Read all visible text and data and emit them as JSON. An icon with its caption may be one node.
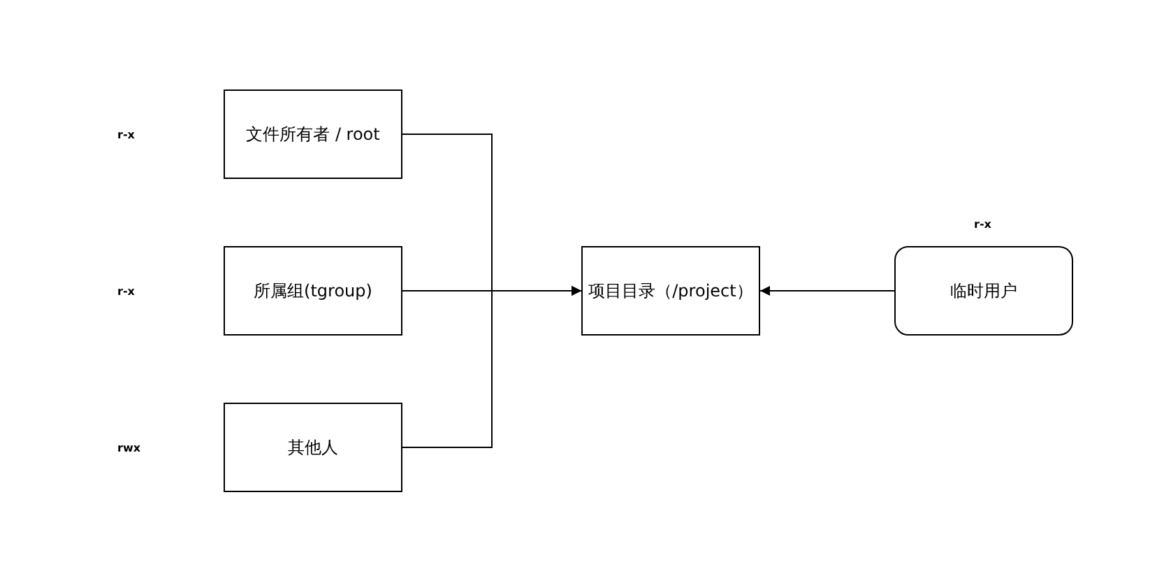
{
  "diagram": {
    "nodes": [
      {
        "text": [
          "文件所有者 / root"
        ]
      },
      {
        "text": [
          "所属组(tgroup)"
        ]
      },
      {
        "text": [
          "其他人"
        ]
      },
      {
        "text": [
          "项目目录（/project）"
        ]
      },
      {
        "text": [
          "临时用户"
        ],
        "beside": [
          "r-x"
        ]
      }
    ],
    "edges": [
      {
        "from": 0,
        "to": 3,
        "arrow": "to"
      },
      {
        "from": 1,
        "to": 3,
        "arrow": "to"
      },
      {
        "from": 2,
        "to": 3,
        "arrow": "to"
      },
      {
        "from": 4,
        "to": 3,
        "arrow": "to"
      }
    ],
    "labels": [
      "r-x",
      "r-x",
      "rwx"
    ]
  }
}
